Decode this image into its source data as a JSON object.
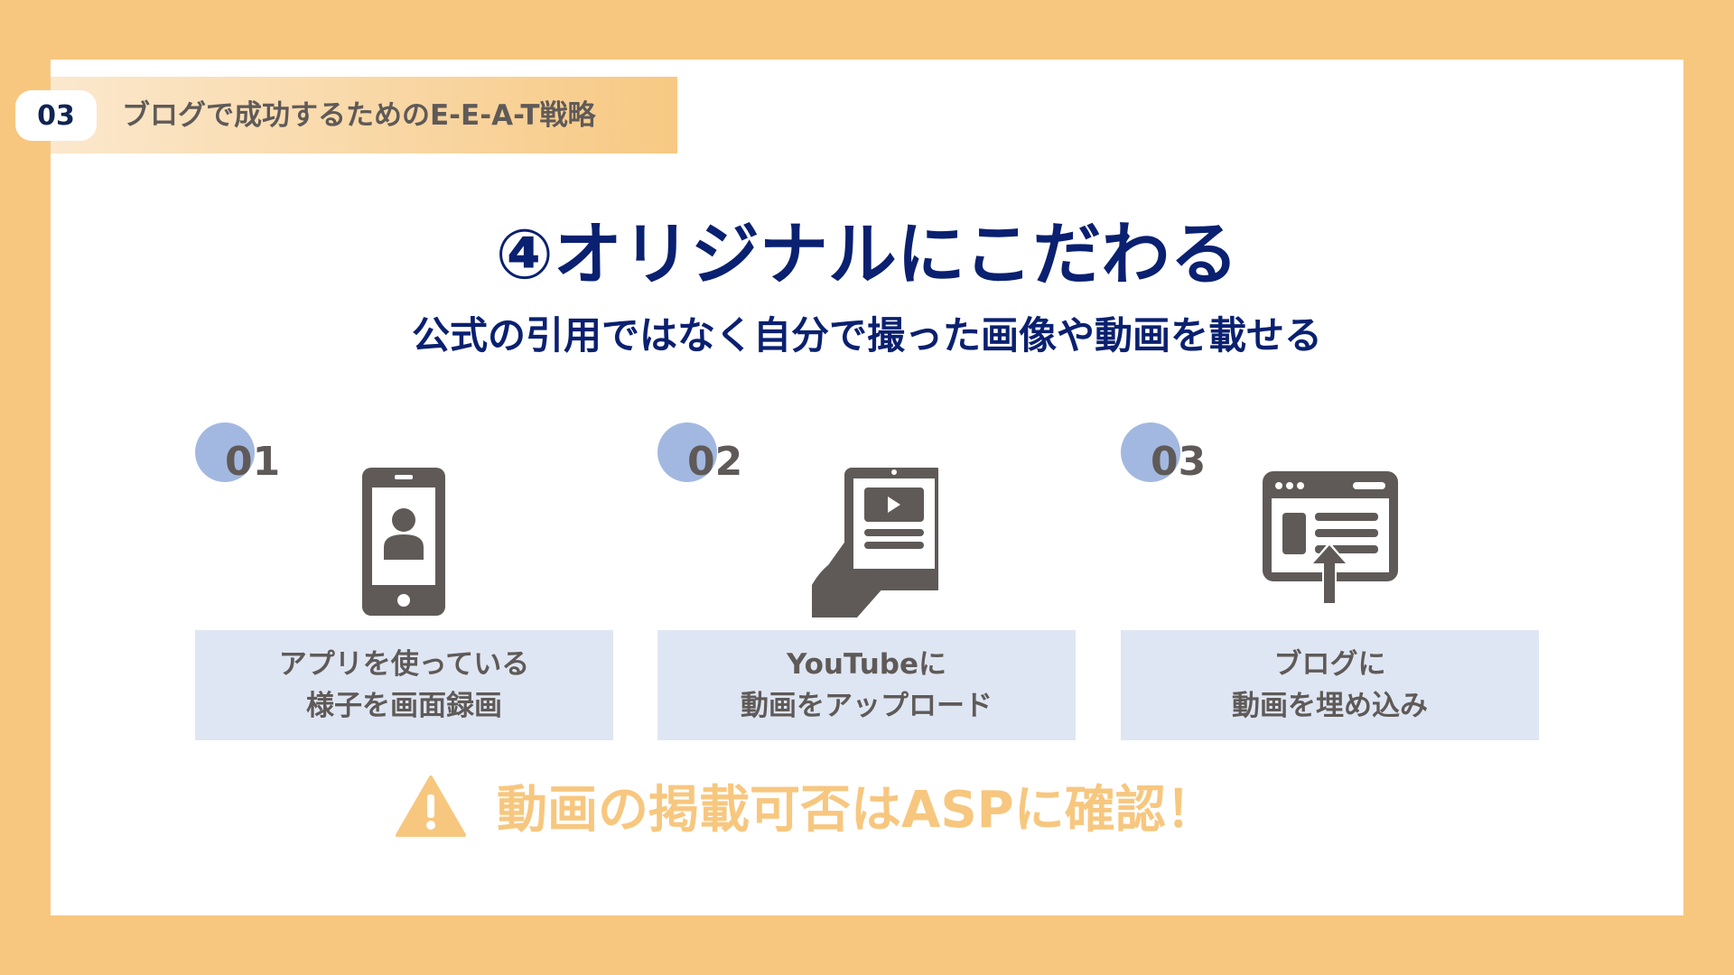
{
  "header": {
    "section_number": "03",
    "section_title": "ブログで成功するためのE-E-A-T戦略"
  },
  "title": "④オリジナルにこだわる",
  "subtitle": "公式の引用ではなく自分で撮った画像や動画を載せる",
  "steps": [
    {
      "number": "01",
      "icon": "smartphone-person-icon",
      "line1": "アプリを使っている",
      "line2": "様子を画面録画"
    },
    {
      "number": "02",
      "icon": "tablet-video-hand-icon",
      "line1": "YouTubeに",
      "line2": "動画をアップロード"
    },
    {
      "number": "03",
      "icon": "browser-upload-icon",
      "line1": "ブログに",
      "line2": "動画を埋め込み"
    }
  ],
  "warning": {
    "icon": "warning-icon",
    "text": "動画の掲載可否はASPに確認！"
  },
  "colors": {
    "background": "#f7c77f",
    "navy": "#0a2070",
    "gray": "#5f5a58",
    "circle": "#a3b8e0",
    "card": "#dfe6f3"
  }
}
